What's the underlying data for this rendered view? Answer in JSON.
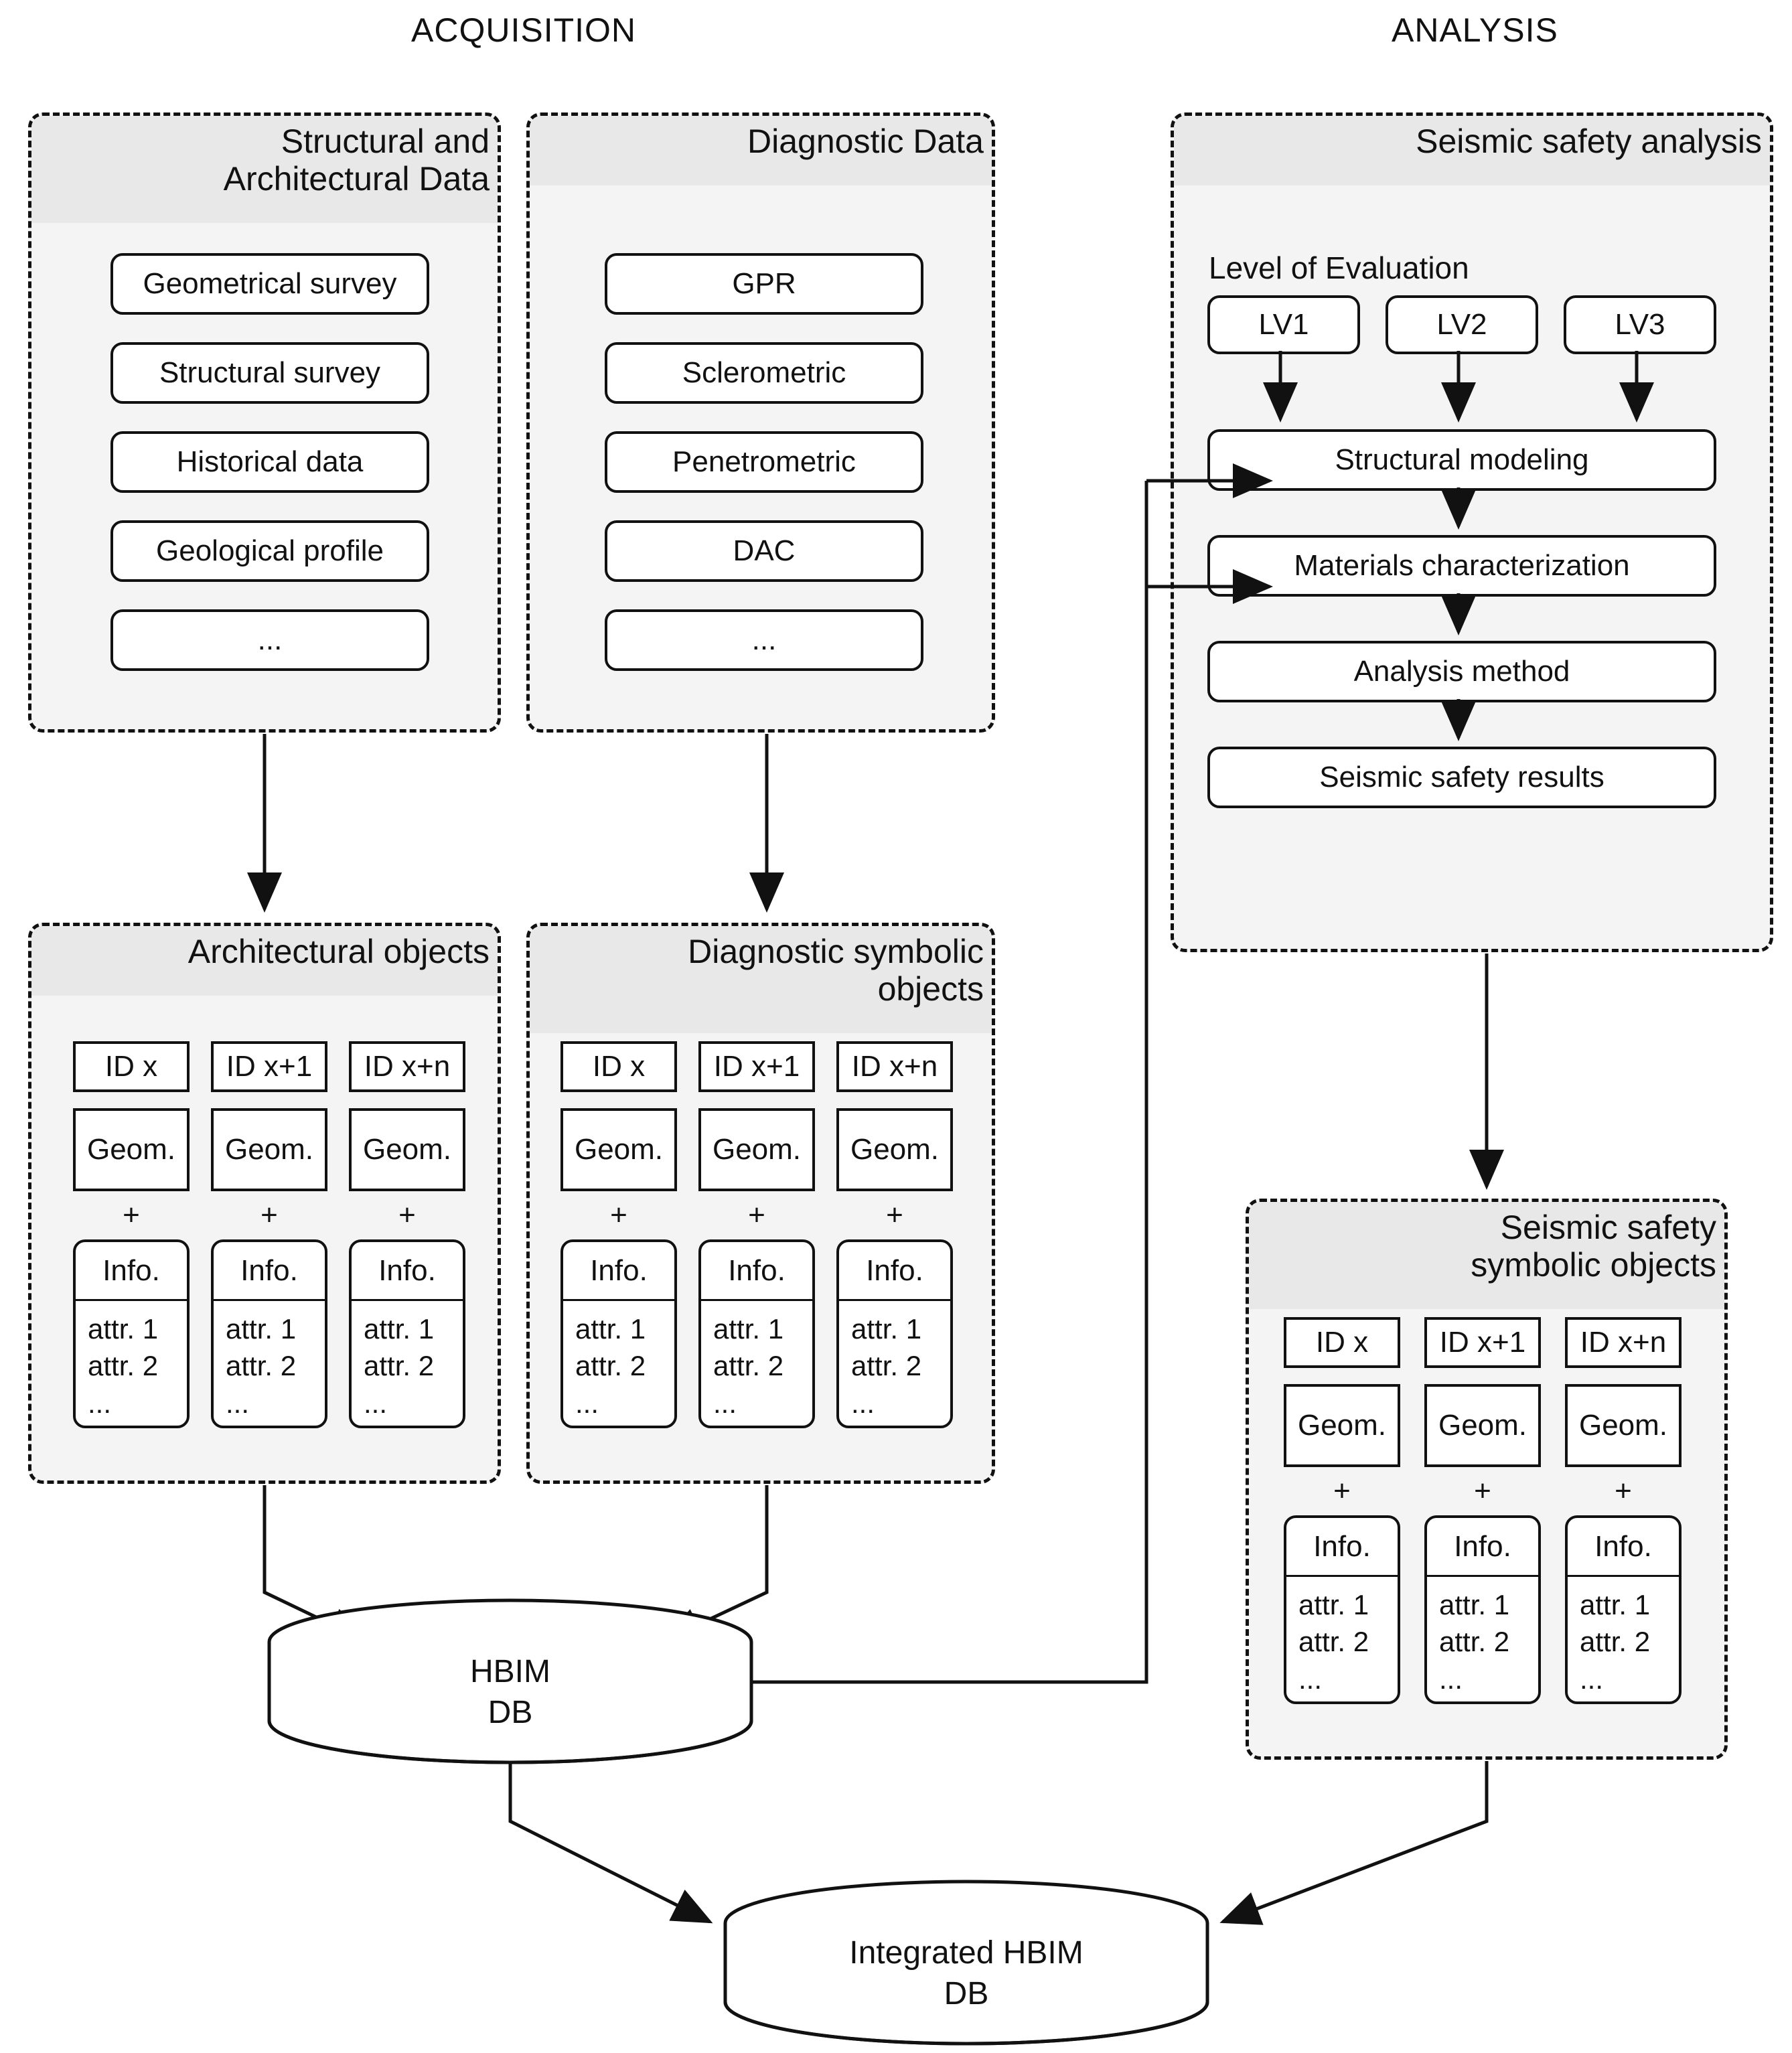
{
  "headers": {
    "acquisition": "ACQUISITION",
    "analysis": "ANALYSIS"
  },
  "panels": {
    "structural_architectural_data": {
      "title": "Structural and\nArchitectural Data",
      "items": [
        "Geometrical survey",
        "Structural survey",
        "Historical data",
        "Geological profile",
        "..."
      ]
    },
    "diagnostic_data": {
      "title": "Diagnostic Data",
      "items": [
        "GPR",
        "Sclerometric",
        "Penetrometric",
        "DAC",
        "..."
      ]
    },
    "seismic_safety_analysis": {
      "title": "Seismic safety analysis",
      "level_label": "Level of Evaluation",
      "levels": [
        "LV1",
        "LV2",
        "LV3"
      ],
      "steps": [
        "Structural modeling",
        "Materials characterization",
        "Analysis method",
        "Seismic safety results"
      ]
    },
    "architectural_objects": {
      "title": "Architectural objects"
    },
    "diagnostic_symbolic_objects": {
      "title": "Diagnostic symbolic\nobjects"
    },
    "seismic_safety_symbolic_objects": {
      "title": "Seismic safety\nsymbolic objects"
    }
  },
  "object_columns": [
    {
      "id": "ID x",
      "geom": "Geom.",
      "plus": "+",
      "info": "Info.",
      "attrs": [
        "attr. 1",
        "attr. 2",
        "..."
      ]
    },
    {
      "id": "ID x+1",
      "geom": "Geom.",
      "plus": "+",
      "info": "Info.",
      "attrs": [
        "attr. 1",
        "attr. 2",
        "..."
      ]
    },
    {
      "id": "ID x+n",
      "geom": "Geom.",
      "plus": "+",
      "info": "Info.",
      "attrs": [
        "attr. 1",
        "attr. 2",
        "..."
      ]
    }
  ],
  "databases": {
    "hbim": "HBIM\nDB",
    "integrated_hbim": "Integrated HBIM\nDB"
  },
  "colors": {
    "panel_fill": "#f4f4f4",
    "panel_header_fill": "#e8e8e8",
    "stroke": "#111111",
    "box_fill": "#ffffff"
  }
}
